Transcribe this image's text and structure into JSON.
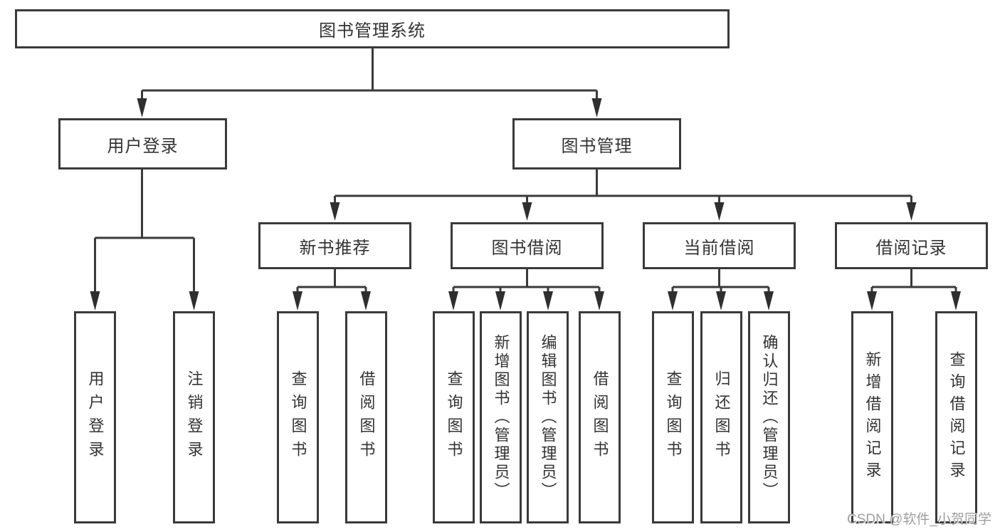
{
  "diagram": {
    "root": {
      "label": "图书管理系统",
      "children": [
        {
          "label": "用户登录",
          "children": [
            {
              "label": "用户登录"
            },
            {
              "label": "注销登录"
            }
          ]
        },
        {
          "label": "图书管理",
          "children": [
            {
              "label": "新书推荐",
              "children": [
                {
                  "label": "查询图书"
                },
                {
                  "label": "借阅图书"
                }
              ]
            },
            {
              "label": "图书借阅",
              "children": [
                {
                  "label": "查询图书"
                },
                {
                  "label": "新增图书（管理员）"
                },
                {
                  "label": "编辑图书（管理员）"
                },
                {
                  "label": "借阅图书"
                }
              ]
            },
            {
              "label": "当前借阅",
              "children": [
                {
                  "label": "查询图书"
                },
                {
                  "label": "归还图书"
                },
                {
                  "label": "确认归还（管理员）"
                }
              ]
            },
            {
              "label": "借阅记录",
              "children": [
                {
                  "label": "新增借阅记录"
                },
                {
                  "label": "查询借阅记录"
                }
              ]
            }
          ]
        }
      ]
    }
  },
  "watermark": {
    "text": "CSDN @软件_小贺同学",
    "color": "#9e9e9e"
  },
  "colors": {
    "background": "#ffffff",
    "line": "#3a3a3a",
    "box_border": "#3a3a3a",
    "text": "#333333"
  }
}
